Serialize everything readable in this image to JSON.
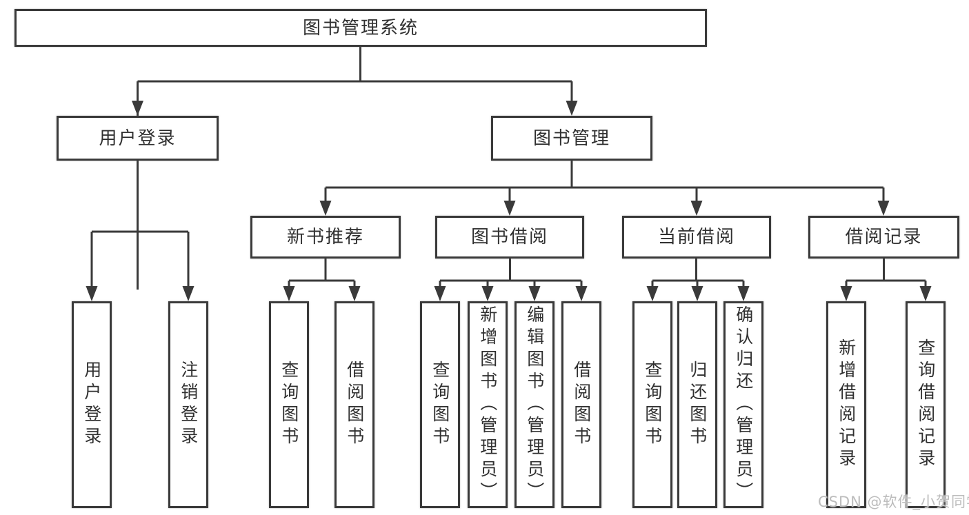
{
  "tree": {
    "root": "图书管理系统",
    "user_login": {
      "label": "用户登录",
      "children": [
        "用户登录",
        "注销登录"
      ]
    },
    "book_management": {
      "label": "图书管理",
      "sections": [
        {
          "label": "新书推荐",
          "children": [
            "查询图书",
            "借阅图书"
          ]
        },
        {
          "label": "图书借阅",
          "children": [
            "查询图书",
            "新增图书（管理员）",
            "编辑图书（管理员）",
            "借阅图书"
          ]
        },
        {
          "label": "当前借阅",
          "children": [
            "查询图书",
            "归还图书",
            "确认归还（管理员）"
          ]
        },
        {
          "label": "借阅记录",
          "children": [
            "新增借阅记录",
            "查询借阅记录"
          ]
        }
      ]
    }
  },
  "watermark": "CSDN @软件_小贺同学",
  "colors": {
    "line": "#3a3a3a",
    "box_border": "#3a3a3a",
    "text": "#303030",
    "watermark": "#bcbcbc",
    "background": "#ffffff"
  }
}
